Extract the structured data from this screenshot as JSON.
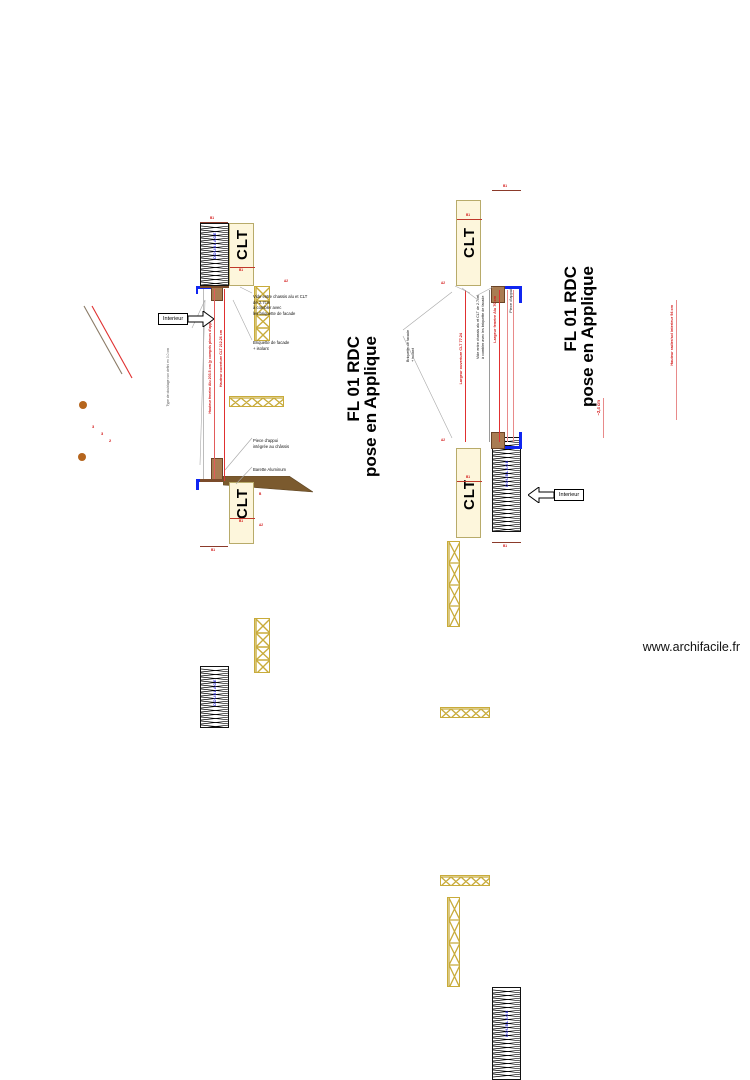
{
  "page": {
    "brand": "www.archifacile.fr",
    "background": "#ffffff"
  },
  "colors": {
    "clt_fill": "#fdf6dc",
    "clt_stroke": "#b8ab6a",
    "dimension_red": "#d31717",
    "doublage_blue": "#2a2ad0",
    "frame_blue": "#1026f0",
    "wood_brown": "#8a5b3a",
    "truss_yellow": "#c8ab3a",
    "dot_brown": "#b5651d"
  },
  "titles": {
    "left": {
      "line1": "FL 01 RDC",
      "line2": "pose en Applique"
    },
    "right": {
      "line1": "FL 01 RDC",
      "line2": "pose en Applique"
    }
  },
  "left_detail": {
    "name": "coupe-verticale",
    "clt_label": "CLT",
    "doublage_label": "DOUBLAGE",
    "interieur_label": "Interieur",
    "annotations": [
      "Vide entre chassis alu et CLT de 2.7cm à combler avec les briquette de facade",
      "Briquette de facade + isolant",
      "Piece d'appui intégrée au châssis",
      "Barette Aluminum"
    ],
    "annotation_1": "Vide entre chassis alu et CLT",
    "annotation_1b": "de 2.7cm",
    "annotation_1c": "à combler avec",
    "annotation_1d": "les briquette de facade",
    "annotation_2a": "Briquette de facade",
    "annotation_2b": "+ isolant",
    "annotation_3a": "Piece d'appui",
    "annotation_3b": "intégrée au châssis",
    "annotation_4": "Barette Aluminum",
    "type_doublage": "Type de doublage non defini en 0.0 cm",
    "dims": [
      {
        "name": "hauteur-fenetre-alu",
        "text": "Hauteur fenetre Alu 203.5 cm (y compris pieces d'appui)"
      },
      {
        "name": "hauteur-ouverture-clt",
        "text": "Hauteur ouverture CLT 212.26 cm"
      }
    ],
    "dim_hauteur_fenetre": "Hauteur fenetre Alu 203.5 cm (y compris pieces d'appui)",
    "dim_hauteur_ouverture": "Hauteur ouverture CLT 212.26 cm",
    "marks": {
      "top_b1": "B1",
      "mid_b1": "B1",
      "a2": "A2",
      "bottom_b1": "B1",
      "b": "B"
    }
  },
  "right_detail": {
    "name": "coupe-horizontale",
    "clt_label": "CLT",
    "doublage_label": "DOUBLAGE",
    "interieur_label": "Interieur",
    "annotation_1": "Vide entre chassis alu et CLT de 2.7cm",
    "annotation_1b": "à combler avec les briquette de facade",
    "annotation_2a": "Briquette de facade",
    "annotation_2b": "+ isolant",
    "annotation_3": "Piece d'appui",
    "dim_largeur_ouverture": "Largeur ouverture CLT 77.24",
    "dim_largeur_fenetre": "Largeur fenetre Alu 70 cm",
    "dim_hauteur_radier": "Hauteur radier/sol interieur 94 cm",
    "dim_epaisseur": "~2,4 cm",
    "marks": {
      "top_b1": "B1",
      "mid_b1": "B1",
      "a2": "A2",
      "bottom_b1": "B1",
      "b": "B"
    }
  },
  "legend_marks": {
    "items": [
      "3",
      "3",
      "2"
    ]
  }
}
